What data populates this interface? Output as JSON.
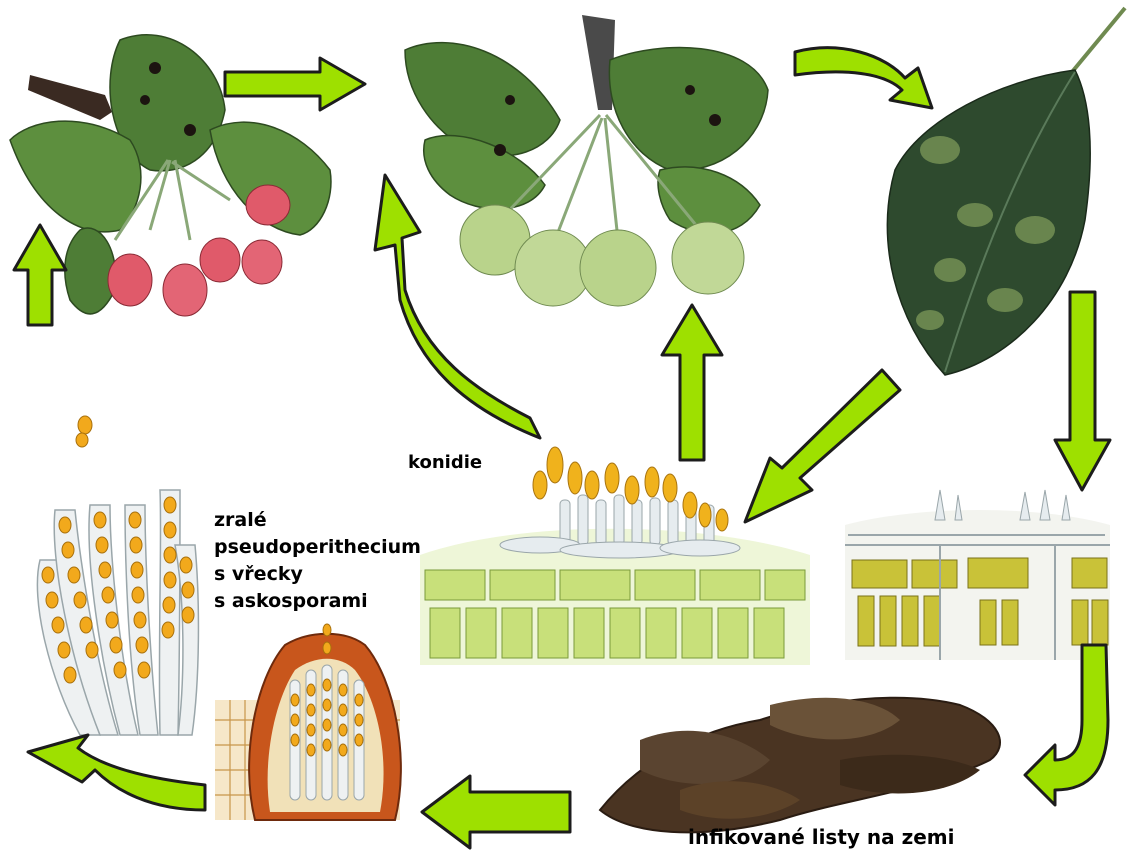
{
  "labels": {
    "konidie": "konidie",
    "pseudo_line1": "zralé",
    "pseudo_line2": "pseudoperithecium",
    "pseudo_line3": "s vřecky",
    "pseudo_line4": "s askosporami",
    "listy": "infikované listy na zemi"
  },
  "colors": {
    "arrow_fill": "#9ee000",
    "arrow_stroke": "#1c1c1c",
    "leaf_dark": "#3f6b2e",
    "leaf_mid": "#5d8f3e",
    "blossom": "#e05a6a",
    "fruit": "#b9d38b",
    "leaf_spot": "#1c1410",
    "infected_leaf": "#2e4a2e",
    "leaf_lesion": "#7d9a5a",
    "tissue_green": "#c8e07a",
    "tissue_yellow": "#c9c238",
    "conidia": "#f0b21c",
    "ascospore": "#f2a91c",
    "perithecium": "#c8561c",
    "dead_leaves": "#4a3422"
  },
  "icons": [
    "branch-icon",
    "leaf-icon",
    "blossom-icon",
    "fruit-icon",
    "spore-icon"
  ]
}
